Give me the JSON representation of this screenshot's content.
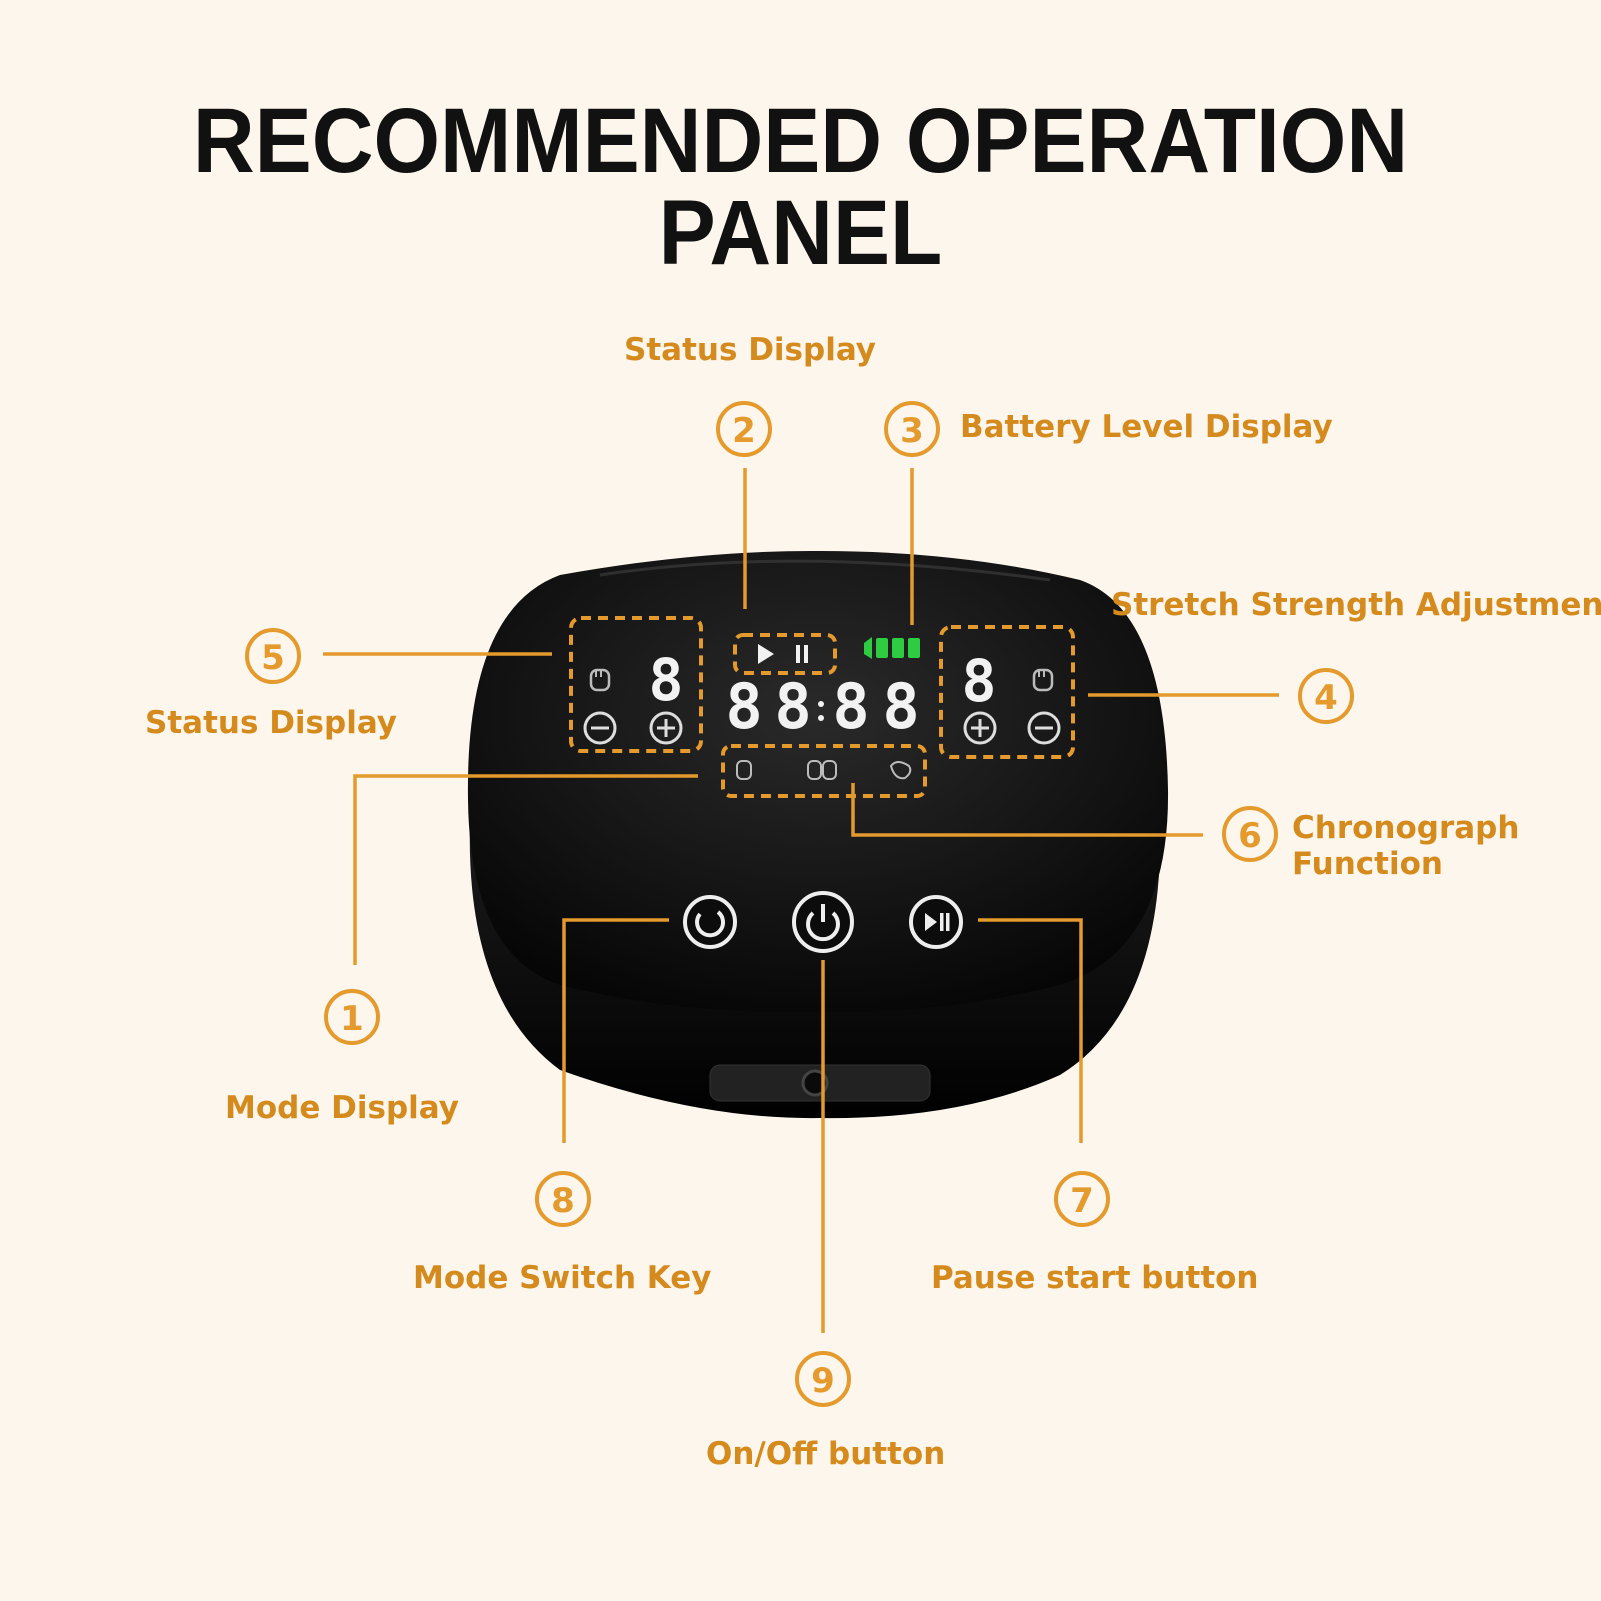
{
  "title": "RECOMMENDED OPERATION PANEL",
  "colors": {
    "accent": "#e49a2c",
    "label": "#d48a1c",
    "device": "#111111",
    "battery": "#2ecc40",
    "background": "#fdf6ec"
  },
  "callouts": [
    {
      "number": "1",
      "label": "Mode Display"
    },
    {
      "number": "2",
      "label": "Status Display"
    },
    {
      "number": "3",
      "label": "Battery Level Display"
    },
    {
      "number": "4",
      "label": "Stretch Strength Adjustment"
    },
    {
      "number": "5",
      "label": "Status Display"
    },
    {
      "number": "6",
      "label": "Chronograph",
      "label_line2": "Function"
    },
    {
      "number": "7",
      "label": "Pause start button"
    },
    {
      "number": "8",
      "label": "Mode Switch Key"
    },
    {
      "number": "9",
      "label": "On/Off button"
    }
  ],
  "device": {
    "clock_digits": [
      "8",
      "8",
      "8",
      "8"
    ],
    "left_level_digit": "8",
    "right_level_digit": "8",
    "battery_bars": 4,
    "icons": [
      "play-icon",
      "pause-icon",
      "battery-icon",
      "minus-icon",
      "plus-icon",
      "hand-icon",
      "cycle-icon",
      "power-icon",
      "play-pause-icon"
    ]
  }
}
